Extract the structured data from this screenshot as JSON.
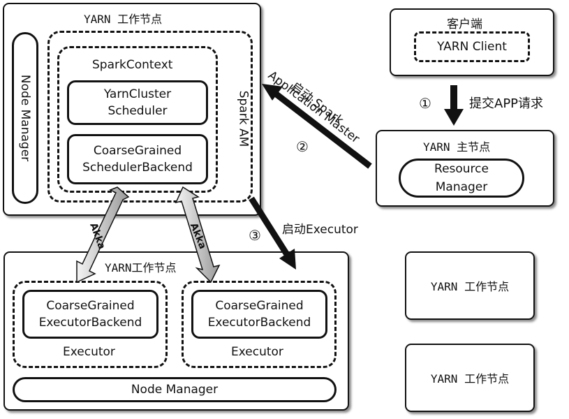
{
  "am_node": {
    "title": "YARN 工作节点",
    "node_manager": "Node Manager",
    "spark_am_label": "Spark AM",
    "spark_context": {
      "label": "SparkContext",
      "scheduler": "YarnCluster\nScheduler",
      "backend": "CoarseGrained\nSchedulerBackend"
    }
  },
  "client": {
    "title": "客户端",
    "yarn_client": "YARN Client"
  },
  "master_node": {
    "title": "YARN 主节点",
    "resource_manager": "Resource\nManager"
  },
  "executor_node": {
    "title": "YARN工作节点",
    "executors": [
      {
        "backend": "CoarseGrained\nExecutorBackend",
        "label": "Executor"
      },
      {
        "backend": "CoarseGrained\nExecutorBackend",
        "label": "Executor"
      }
    ],
    "node_manager": "Node Manager"
  },
  "other_workers": [
    {
      "title": "YARN 工作节点"
    },
    {
      "title": "YARN 工作节点"
    }
  ],
  "arrows": {
    "step1": {
      "num": "①",
      "label": "提交APP请求"
    },
    "step2": {
      "num": "②",
      "label_line1": "启动 Spark",
      "label_line2": "Application Master"
    },
    "step3": {
      "num": "③",
      "label": "启动Executor"
    },
    "akka": [
      "Akka",
      "Akka"
    ]
  }
}
